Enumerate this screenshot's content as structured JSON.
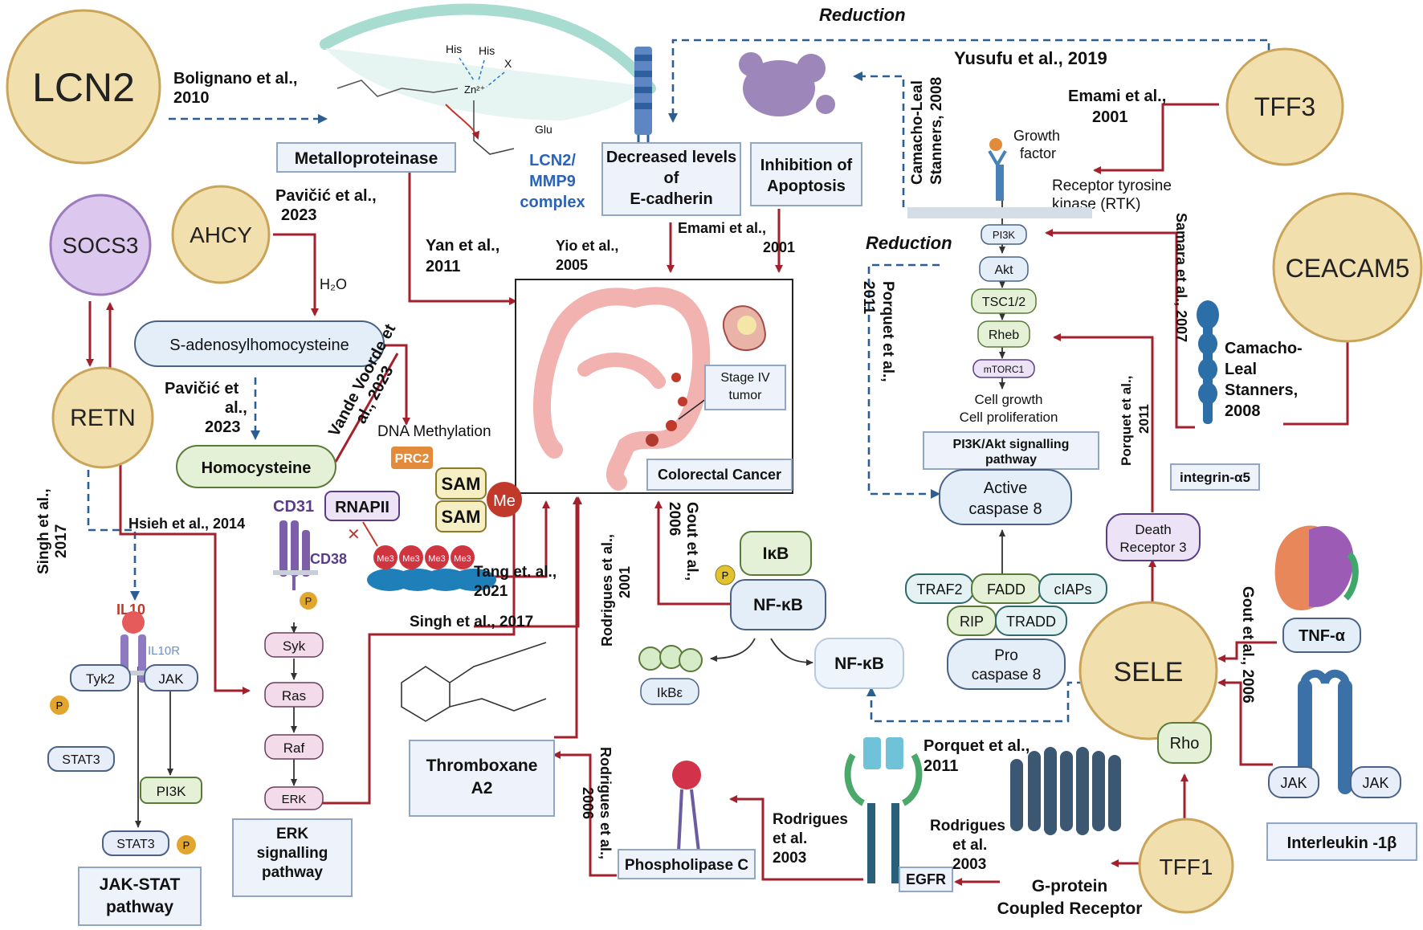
{
  "genes": {
    "lcn2": "LCN2",
    "ahcy": "AHCY",
    "socs3": "SOCS3",
    "retn": "RETN",
    "tff3": "TFF3",
    "ceacam5": "CEACAM5",
    "sele": "SELE",
    "tff1": "TFF1"
  },
  "boxes": {
    "metalloproteinase": "Metalloproteinase",
    "ecadherin": [
      "Decreased levels",
      "of",
      "E-cadherin"
    ],
    "apoptosis": [
      "Inhibition of",
      "Apoptosis"
    ],
    "colorectal": "Colorectal Cancer",
    "stage_iv": [
      "Stage IV",
      "tumor"
    ],
    "thromboxane": [
      "Thromboxane",
      "A2"
    ],
    "phospholipase": "Phospholipase C",
    "erk_pathway": [
      "ERK",
      "signalling",
      "pathway"
    ],
    "jakstat": [
      "JAK-STAT",
      "pathway"
    ],
    "pi3k_pathway": [
      "PI3K/Akt signalling",
      "pathway"
    ],
    "integrin": "integrin-α5",
    "interleukin": "Interleukin -1β",
    "egfr": "EGFR"
  },
  "nodes": {
    "sah": "S-adenosylhomocysteine",
    "homocysteine": "Homocysteine",
    "h2o": "H₂O",
    "dna_methylation": "DNA Methylation",
    "prc2": "PRC2",
    "sam": "SAM",
    "me": "Me",
    "me3": "Me3",
    "rnapii": "RNAPII",
    "cd31": "CD31",
    "cd38": "CD38",
    "p": "P",
    "syk": "Syk",
    "ras": "Ras",
    "raf": "Raf",
    "erk": "ERK",
    "il10": "IL10",
    "il10r": "IL10R",
    "tyk2": "Tyk2",
    "jak": "JAK",
    "stat3": "STAT3",
    "pi3k": "PI3K",
    "ikb": "IκB",
    "nfkb": "NF-κB",
    "ikbe": "IkBε",
    "pi3k_s": "PI3K",
    "akt": "Akt",
    "tsc": "TSC1/2",
    "rheb": "Rheb",
    "mtorc1": "mTORC1",
    "cell_growth": "Cell growth",
    "cell_prolif": "Cell proliferation",
    "growth_factor": [
      "Growth",
      "factor"
    ],
    "rtk": [
      "Receptor tyrosine",
      "kinase (RTK)"
    ],
    "active_casp8": [
      "Active",
      "caspase 8"
    ],
    "traf2": "TRAF2",
    "fadd": "FADD",
    "ciaps": "cIAPs",
    "rip": "RIP",
    "tradd": "TRADD",
    "pro_casp8": [
      "Pro",
      "caspase 8"
    ],
    "death_receptor": [
      "Death",
      "Receptor 3"
    ],
    "tnf": "TNF-α",
    "rho": "Rho",
    "gpcr": [
      "G-protein",
      "Coupled Receptor"
    ],
    "lcn2_mmp9": [
      "LCN2/",
      "MMP9",
      "complex"
    ],
    "his": "His",
    "x": "X",
    "zn": "Zn²⁺",
    "glu": "Glu"
  },
  "citations": {
    "bolignano": [
      "Bolignano et al.,",
      "2010"
    ],
    "pavicic1": [
      "Pavičić et al.,",
      "2023"
    ],
    "pavicic2": [
      "Pavičić et",
      "al.,",
      "2023"
    ],
    "vande": [
      "Vande Voorde et",
      "al., 2023"
    ],
    "yan": [
      "Yan et al.,",
      "2011"
    ],
    "yio": [
      "Yio et al.,",
      "2005"
    ],
    "emami1": [
      "Emami et al.,",
      "2001"
    ],
    "emami2": [
      "Emami et al.,",
      "2001"
    ],
    "yusufu": "Yusufu et al., 2019",
    "camacho1": [
      "Camacho-Leal",
      "Stanners, 2008"
    ],
    "camacho2": [
      "Camacho-",
      "Leal",
      "Stanners,",
      "2008"
    ],
    "samara": "Samara et al., 2007",
    "porquet1": [
      "Porquet et al.,",
      "2011"
    ],
    "porquet2": [
      "Porquet et al.,",
      "2011"
    ],
    "porquet3": [
      "Porquet et al.,",
      "2011"
    ],
    "hsieh": "Hsieh et al., 2014",
    "singh1": [
      "Singh et al.,",
      "2017"
    ],
    "singh2": "Singh et al., 2017",
    "tang": [
      "Tang et. al.,",
      "2021"
    ],
    "rodrigues1": [
      "Rodrigues et al.,",
      "2001"
    ],
    "rodrigues2": [
      "Rodrigues et al.,",
      "2006"
    ],
    "rodrigues3": [
      "Rodrigues",
      "et al.",
      "2003"
    ],
    "rodrigues4": [
      "Rodrigues",
      "et al.",
      "2003"
    ],
    "gout1": [
      "Gout et al.,",
      "2006"
    ],
    "gout2": [
      "Gout et al., 2006"
    ],
    "reduction1": "Reduction",
    "reduction2": "Reduction"
  },
  "colors": {
    "red_arrow": "#a3212c",
    "blue_dashed": "#2b5f8f",
    "gene_fill": "#f2dfae",
    "socs3_fill": "#dcc8ee"
  }
}
